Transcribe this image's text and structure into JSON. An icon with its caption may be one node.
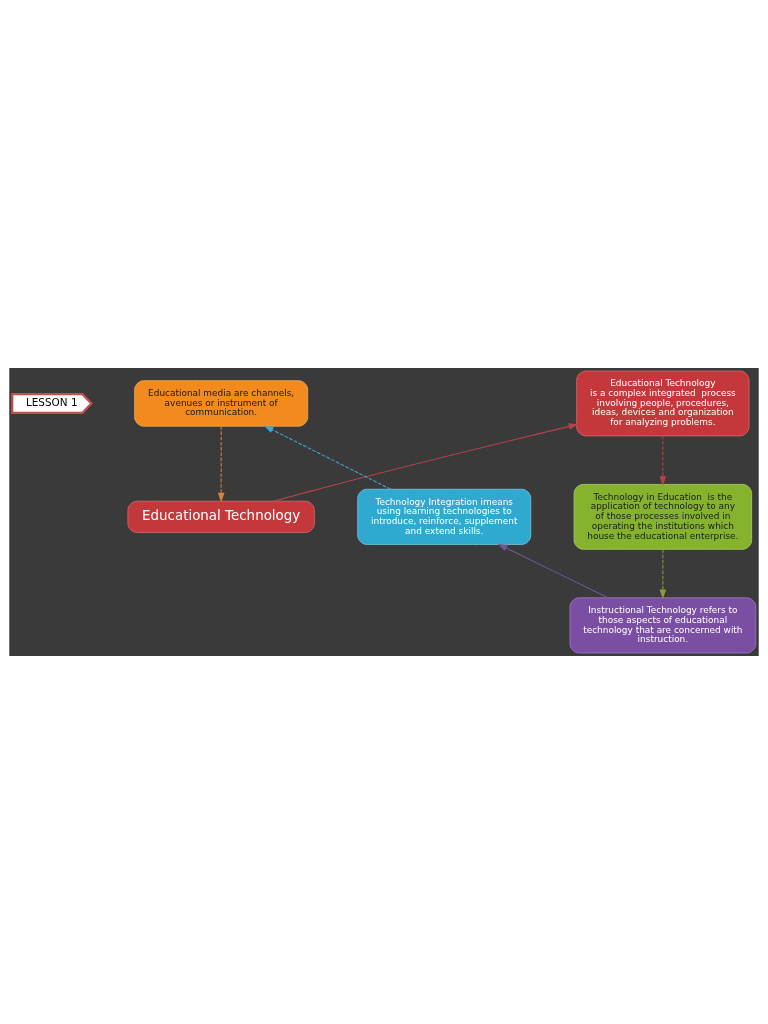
{
  "diagram": {
    "nodes": [
      {
        "text": [
          "LESSON 1"
        ]
      },
      {
        "text": [
          "Educational media are channels, avenues or instrument of communication."
        ]
      },
      {
        "text": [
          "Educational Technology",
          "is a complex integrated  process involving people, procedures, ideas, devices and organization for analyzing problems."
        ]
      },
      {
        "text": [
          "Educational Technology"
        ]
      },
      {
        "text": [
          "Technology Integration imeans using learning technologies to introduce, reinforce, supplement and extend skills."
        ]
      },
      {
        "text": [
          "Technology in Education  is the application of technology to any of those processes involved in operating the institutions which house the educational enterprise."
        ]
      },
      {
        "text": [
          "Instructional Technology refers to those aspects of educational technology that are concerned with instruction."
        ]
      }
    ],
    "edges": [
      {
        "from": 1,
        "to": 3,
        "arrow": "to",
        "style": "dashed",
        "color": "#d9823b"
      },
      {
        "from": 3,
        "to": 2,
        "arrow": "to",
        "color": "#b5434a"
      },
      {
        "from": 2,
        "to": 5,
        "arrow": "to",
        "style": "dashed",
        "color": "#b5434a"
      },
      {
        "from": 5,
        "to": 6,
        "arrow": "to",
        "style": "dashed",
        "color": "#8f9a3a"
      },
      {
        "from": 6,
        "to": 4,
        "arrow": "to",
        "color": "#6e5a93"
      },
      {
        "from": 4,
        "to": 1,
        "arrow": "to",
        "style": "dashed",
        "color": "#3fa9c9"
      }
    ]
  }
}
